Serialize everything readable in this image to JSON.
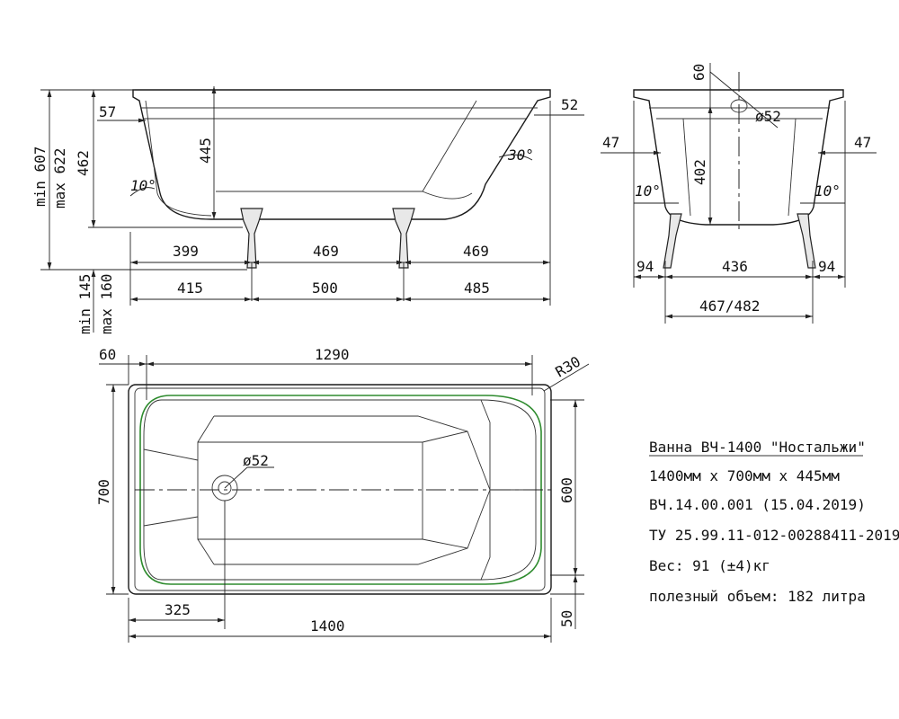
{
  "side_view": {
    "dims": {
      "overall_height": "min 607",
      "overall_height_max": "max 622",
      "body_height": "462",
      "left_rim": "57",
      "depth": "445",
      "right_rim": "52",
      "angle_left": "10°",
      "angle_right": "30°",
      "seg_a1": "399",
      "seg_a2": "469",
      "seg_a3": "469",
      "seg_b1": "415",
      "seg_b2": "500",
      "seg_b3": "485",
      "feet_min": "min 145",
      "feet_max": "max 160"
    }
  },
  "end_view": {
    "dims": {
      "top": "60",
      "drain": "ø52",
      "left_rim": "47",
      "right_rim": "47",
      "height": "402",
      "angle_left": "10°",
      "angle_right": "10°",
      "foot_left": "94",
      "width": "436",
      "foot_right": "94",
      "feet_span": "467/482"
    }
  },
  "top_view": {
    "dims": {
      "rim": "60",
      "inner_length": "1290",
      "radius": "R30",
      "width": "700",
      "drain": "ø52",
      "inner_width": "600",
      "drain_offset": "325",
      "length": "1400",
      "end_rim": "50"
    }
  },
  "spec": {
    "title": "Ванна ВЧ-1400 \"Ностальжи\"",
    "size": "1400мм x 700мм x 445мм",
    "code": "ВЧ.14.00.001 (15.04.2019)",
    "standard": "ТУ 25.99.11-012-00288411-2019",
    "weight": "Вес: 91 (±4)кг",
    "volume": "полезный объем: 182 литра"
  }
}
